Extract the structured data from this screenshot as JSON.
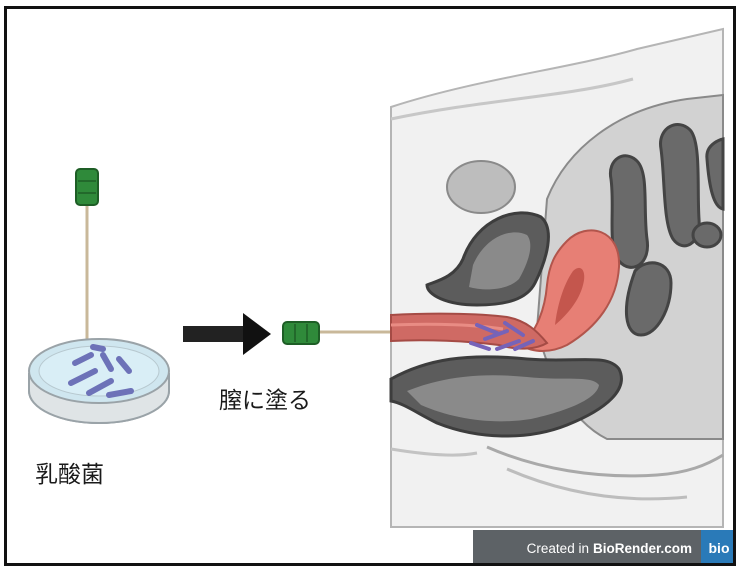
{
  "labels": {
    "bacteria": "乳酸菌",
    "apply_to_vagina": "膣に塗る"
  },
  "watermark": {
    "prefix": "Created in",
    "brand": "BioRender.com",
    "logo": "bio"
  },
  "colors": {
    "frame": "#111111",
    "swab_green": "#2f8a3a",
    "dish": "#cfe6ef",
    "bacteria": "#6d72b8",
    "arrow": "#111111",
    "tissue_gray": "#8c8c8c",
    "uterus": "#e77f75",
    "badge": "#5d6266",
    "logo": "#2a7ab8"
  }
}
